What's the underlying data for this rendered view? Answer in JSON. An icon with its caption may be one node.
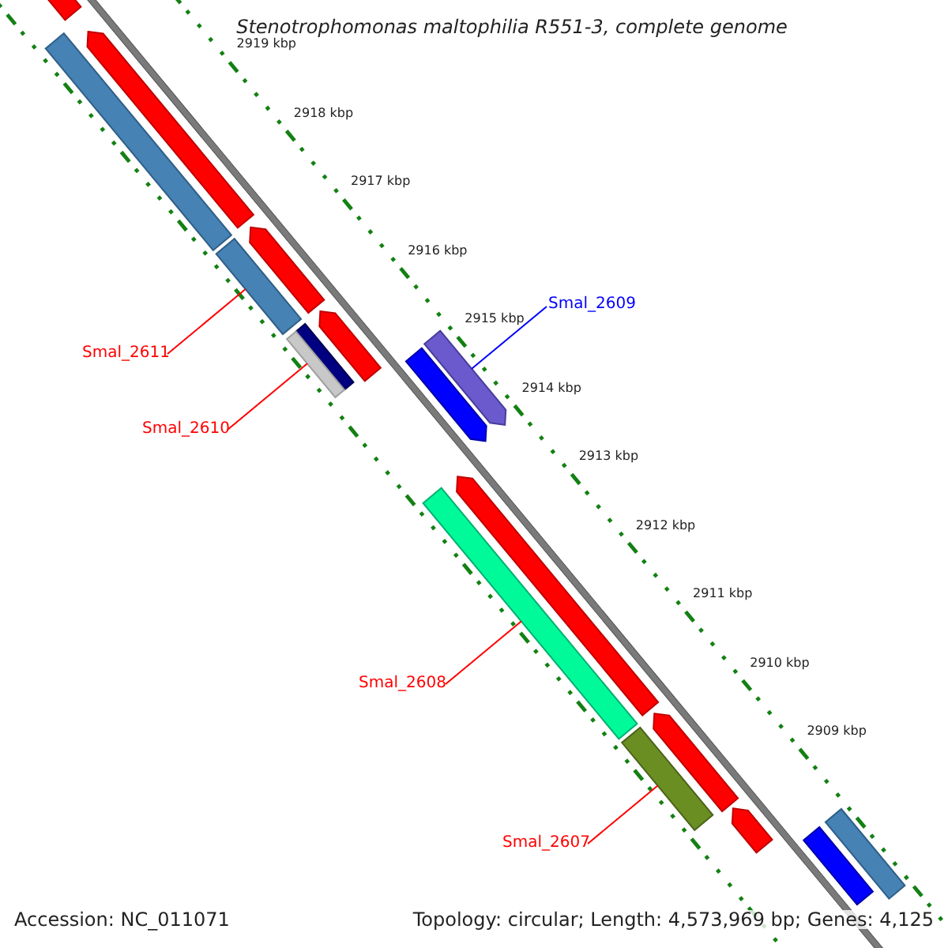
{
  "diagram": {
    "title": "Stenotrophomonas maltophilia R551-3, complete genome",
    "nodes": [
      {
        "text": [
          "Smal_2611"
        ]
      },
      {
        "text": [
          "Smal_2610"
        ]
      },
      {
        "text": [
          "Smal_2609"
        ]
      },
      {
        "text": [
          "Smal_2608"
        ]
      },
      {
        "text": [
          "Smal_2607"
        ]
      },
      {
        "text": [],
        "shape": "bar"
      },
      {
        "text": [],
        "shape": "bar"
      },
      {
        "text": [],
        "shape": "bar"
      },
      {
        "text": [],
        "shape": "bar"
      },
      {
        "text": [],
        "shape": "bar"
      },
      {
        "text": [],
        "shape": "bar"
      },
      {
        "text": [],
        "shape": "bar"
      },
      {
        "text": [],
        "shape": "bar"
      },
      {
        "text": [],
        "shape": "bar"
      },
      {
        "text": [],
        "shape": "bar"
      },
      {
        "text": [],
        "shape": "bar"
      },
      {
        "text": [],
        "shape": "bar"
      },
      {
        "text": [],
        "shape": "bar"
      },
      {
        "text": [],
        "shape": "bar"
      },
      {
        "text": [],
        "shape": "bar"
      },
      {
        "text": [],
        "shape": "bar"
      }
    ],
    "edges": [
      {
        "from": 0,
        "to": 5,
        "arrow": "none"
      },
      {
        "from": 1,
        "to": 6,
        "arrow": "none"
      },
      {
        "from": 2,
        "to": 7,
        "arrow": "none",
        "color": "#0000ff"
      },
      {
        "from": 3,
        "to": 8,
        "arrow": "none"
      },
      {
        "from": 4,
        "to": 9,
        "arrow": "none"
      }
    ],
    "labels": [
      "2919 kbp",
      "2918 kbp",
      "2917 kbp",
      "2916 kbp",
      "2915 kbp",
      "2914 kbp",
      "2913 kbp",
      "2912 kbp",
      "2911 kbp",
      "2910 kbp",
      "2909 kbp",
      "Accession: NC_011071",
      "Topology: circular; Length: 4,573,969 bp; Genes: 4,125"
    ]
  }
}
